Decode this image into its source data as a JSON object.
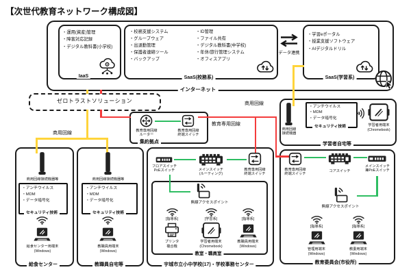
{
  "title": "【次世代教育ネットワーク構成図】",
  "colors": {
    "commercial_line": "#ffd43b",
    "education_line": "#f43b3b",
    "lan_line": "#2ebd62"
  },
  "internet": {
    "label": "インターネット"
  },
  "iaas": {
    "tag": "IaaS",
    "items": [
      "・運用(資産)管理",
      "・障害対応記録",
      "・デジタル教科書(小学校)"
    ]
  },
  "saas_komu": {
    "tag": "SaaS(校務系)",
    "col1": [
      "・校務支援システム",
      "・グループウェア",
      "・出退勤管理",
      "・保護者連絡ツール",
      "・バックアップ"
    ],
    "col2": [
      "・ID管理",
      "・ファイル共有",
      "・デジタル教科書(中学校)",
      "・年休/旅行管理システム",
      "・オフィスアプリ"
    ]
  },
  "saas_gaku": {
    "tag": "SaaS(学習系)",
    "items": [
      "・学習eポータル",
      "・授業支援ソフトウェア",
      "・AIデジタルドリル"
    ]
  },
  "data_link": {
    "label": "データ連携"
  },
  "zero_trust": {
    "label": "ゼロトラストソリューション"
  },
  "agg": {
    "tag": "集約拠点",
    "router": [
      "教育専用回線",
      "ルーター"
    ],
    "switch": [
      "教育専用回線",
      "終端スイッチ"
    ]
  },
  "labels": {
    "commercial_left": "商用回線",
    "commercial_right": "商用回線",
    "education": "教育専用回線"
  },
  "learner": {
    "tag": "学習者自宅等",
    "modem": [
      "商用回線",
      "接続機器"
    ],
    "sec_items": [
      "・アンチウイルス",
      "・MDM",
      "・データ暗号化"
    ],
    "sec_tag": "セキュリティ技術",
    "device": [
      "学習者用端末",
      "(Chromebook)"
    ]
  },
  "lunch": {
    "tag": "給食センター",
    "modem": "商用回線接続機器等",
    "sec_items": [
      "・アンチウイルス",
      "・MDM",
      "・データ暗号化"
    ],
    "sec_tag": "セキュリティ技術",
    "device": [
      "給食センター用端末",
      "(Windows)"
    ]
  },
  "staff": {
    "tag": "教職員自宅等",
    "modem": "商用回線接続機器等",
    "sec_items": [
      "・アンチウイルス",
      "・MDM",
      "・データ暗号化"
    ],
    "sec_tag": "セキュリティ技術",
    "device": [
      "教職員用端末",
      "(Windows)"
    ]
  },
  "school": {
    "tag": "宇城市立小中学校(17)・学校事務センター",
    "floor_sw": [
      "フロアスイッチ",
      "PoEスイッチ"
    ],
    "main_sw": [
      "メインスイッチ",
      "(ルーティング)"
    ],
    "edge_sw": [
      "教育専用回線",
      "終端スイッチ"
    ],
    "room_tag": "教室・職員室",
    "ap": "無線アクセスポイント",
    "dev1": {
      "sys": "[指導系]",
      "label": [
        "プリンタ",
        "複合機"
      ]
    },
    "dev2": {
      "sys": "[学習系]",
      "label": [
        "学習者用端末",
        "(Chromebook)"
      ]
    },
    "dev3": {
      "sys": "[指導系]",
      "label": [
        "教職員用端末",
        "(Windows)"
      ]
    }
  },
  "boe": {
    "tag": "教育委員会(市役所)",
    "edge_sw": [
      "教育専用回線",
      "終端スイッチ"
    ],
    "core_sw": "コアスイッチ",
    "main_sw": [
      "メインスイッチ",
      "兼PoEスイッチ"
    ],
    "ap": "無線アクセスポイント",
    "dev1": {
      "sys": "[指導系]",
      "label": [
        "管理用端末",
        "(Windows)"
      ]
    },
    "dev2": {
      "sys": "[指導系]",
      "label": [
        "教委用端末",
        "(Windows)"
      ]
    }
  }
}
